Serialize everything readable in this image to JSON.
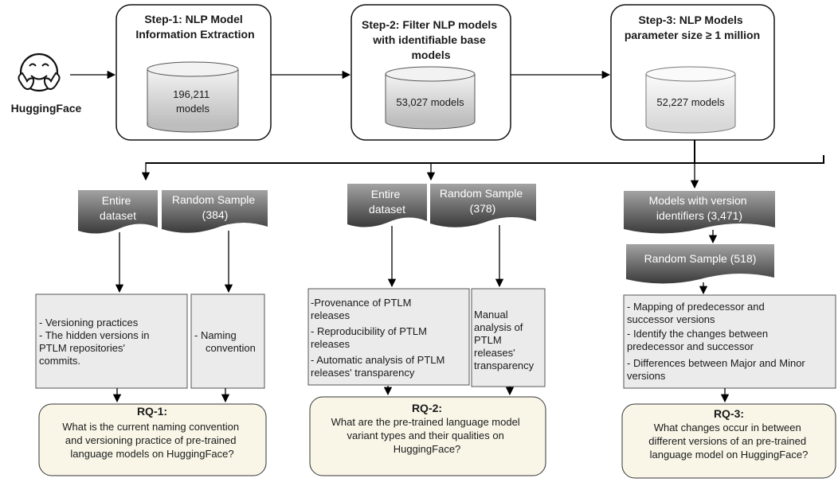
{
  "source": {
    "label": "HuggingFace",
    "icon": "hugging-face-emoji-icon"
  },
  "steps": [
    {
      "title_lines": [
        "Step-1: NLP Model",
        "Information Extraction"
      ],
      "db_lines": [
        "196,211",
        "models"
      ]
    },
    {
      "title_lines": [
        "Step-2: Filter NLP models",
        "with identifiable base",
        "models"
      ],
      "db_lines": [
        "53,027 models"
      ]
    },
    {
      "title_lines": [
        "Step-3: NLP Models",
        "parameter size ≥ 1 million"
      ],
      "db_lines": [
        "52,227 models"
      ]
    }
  ],
  "rq1": {
    "doc_entire": [
      "Entire",
      "dataset"
    ],
    "doc_sample": [
      "Random Sample",
      "(384)"
    ],
    "analysis_left": [
      "- Versioning practices",
      "- The hidden versions in",
      "PTLM repositories'",
      "commits."
    ],
    "analysis_right": [
      "-  Naming",
      "convention"
    ],
    "rq_title": "RQ-1:",
    "rq_text": [
      "What is the current naming convention",
      "and versioning practice of pre-trained",
      "language models on HuggingFace?"
    ]
  },
  "rq2": {
    "doc_entire": [
      "Entire",
      "dataset"
    ],
    "doc_sample": [
      "Random Sample",
      "(378)"
    ],
    "analysis_left": [
      "-Provenance of PTLM",
      "releases",
      "- Reproducibility of PTLM",
      "releases",
      "- Automatic analysis of PTLM",
      "releases' transparency"
    ],
    "analysis_right": [
      "Manual",
      "analysis of",
      "PTLM",
      "releases'",
      "transparency"
    ],
    "rq_title": "RQ-2:",
    "rq_text": [
      "What are the pre-trained language model",
      "variant types and their qualities on",
      "HuggingFace?"
    ]
  },
  "rq3": {
    "doc_versions": [
      "Models with version",
      "identifiers  (3,471)"
    ],
    "doc_sample": [
      "Random Sample (518)"
    ],
    "analysis": [
      "- Mapping of predecessor and",
      "successor versions",
      "- Identify the changes between",
      "predecessor and successor",
      "- Differences between Major and Minor",
      "versions"
    ],
    "rq_title": "RQ-3:",
    "rq_text": [
      "What changes occur in between",
      "different versions of an pre-trained",
      "language model on HuggingFace?"
    ]
  },
  "colors": {
    "doc_gradient_top": "#9a9a9a",
    "doc_gradient_bottom": "#3c3c3c",
    "analysis_fill": "#ebebeb",
    "rq_fill": "#f9f6e8",
    "db_fill": "#dcdcdc",
    "emoji_yellow": "#ffffff"
  }
}
